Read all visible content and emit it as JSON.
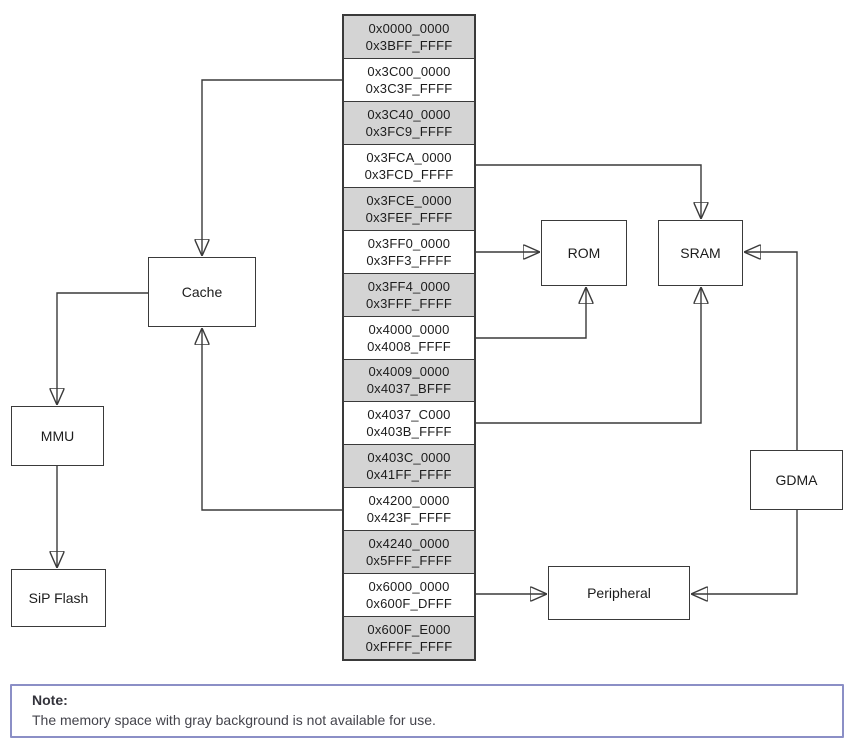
{
  "colors": {
    "unavailable_fill": "#d4d4d4",
    "line": "#3a3a3a",
    "arrowhead": "#0a0a0a",
    "note_border": "#8b8fc6"
  },
  "memory_map": {
    "regions": [
      {
        "start": "0x0000_0000",
        "end": "0x3BFF_FFFF",
        "unavailable": true
      },
      {
        "start": "0x3C00_0000",
        "end": "0x3C3F_FFFF",
        "unavailable": false
      },
      {
        "start": "0x3C40_0000",
        "end": "0x3FC9_FFFF",
        "unavailable": true
      },
      {
        "start": "0x3FCA_0000",
        "end": "0x3FCD_FFFF",
        "unavailable": false
      },
      {
        "start": "0x3FCE_0000",
        "end": "0x3FEF_FFFF",
        "unavailable": true
      },
      {
        "start": "0x3FF0_0000",
        "end": "0x3FF3_FFFF",
        "unavailable": false
      },
      {
        "start": "0x3FF4_0000",
        "end": "0x3FFF_FFFF",
        "unavailable": true
      },
      {
        "start": "0x4000_0000",
        "end": "0x4008_FFFF",
        "unavailable": false
      },
      {
        "start": "0x4009_0000",
        "end": "0x4037_BFFF",
        "unavailable": true
      },
      {
        "start": "0x4037_C000",
        "end": "0x403B_FFFF",
        "unavailable": false
      },
      {
        "start": "0x403C_0000",
        "end": "0x41FF_FFFF",
        "unavailable": true
      },
      {
        "start": "0x4200_0000",
        "end": "0x423F_FFFF",
        "unavailable": false
      },
      {
        "start": "0x4240_0000",
        "end": "0x5FFF_FFFF",
        "unavailable": true
      },
      {
        "start": "0x6000_0000",
        "end": "0x600F_DFFF",
        "unavailable": false
      },
      {
        "start": "0x600F_E000",
        "end": "0xFFFF_FFFF",
        "unavailable": true
      }
    ]
  },
  "blocks": {
    "cache": {
      "label": "Cache"
    },
    "mmu": {
      "label": "MMU"
    },
    "sip_flash": {
      "label": "SiP Flash"
    },
    "rom": {
      "label": "ROM"
    },
    "sram": {
      "label": "SRAM"
    },
    "gdma": {
      "label": "GDMA"
    },
    "peripheral": {
      "label": "Peripheral"
    }
  },
  "connections": [
    {
      "from": "0x3C00_0000-0x3C3F_FFFF",
      "to": "Cache"
    },
    {
      "from": "Cache",
      "to": "MMU"
    },
    {
      "from": "MMU",
      "to": "SiP Flash"
    },
    {
      "from": "0x3FCA_0000-0x3FCD_FFFF",
      "to": "SRAM"
    },
    {
      "from": "0x3FF0_0000-0x3FF3_FFFF",
      "to": "ROM"
    },
    {
      "from": "0x4000_0000-0x4008_FFFF",
      "to": "ROM"
    },
    {
      "from": "0x4037_C000-0x403B_FFFF",
      "to": "SRAM"
    },
    {
      "from": "0x4200_0000-0x423F_FFFF",
      "to": "Cache"
    },
    {
      "from": "0x6000_0000-0x600F_DFFF",
      "to": "Peripheral"
    },
    {
      "from": "GDMA",
      "to": "SRAM"
    },
    {
      "from": "GDMA",
      "to": "Peripheral"
    }
  ],
  "note": {
    "title": "Note:",
    "body": "The memory space with gray background is not available for use."
  }
}
